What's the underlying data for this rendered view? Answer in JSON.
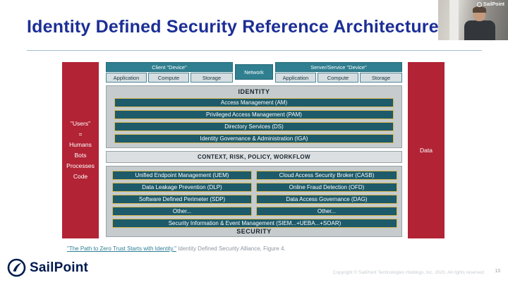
{
  "slide": {
    "title": "Identity Defined Security Reference Architecture",
    "citation": {
      "link": "\"The Path to Zero Trust Starts with Identity.\"",
      "rest": " Identity Defined Security Alliance, Figure 4."
    },
    "footer": {
      "copyright": "Copyright © SailPoint Technologies Holdings, Inc. 2020. All rights reserved",
      "page_number": "13"
    },
    "logo_text": "SailPoint"
  },
  "webcam": {
    "watermark": "SailPoint"
  },
  "diagram": {
    "users_box": {
      "lines": [
        "\"Users\"",
        "=",
        "Humans",
        "Bots",
        "Processes",
        "Code"
      ]
    },
    "data_box": {
      "label": "Data"
    },
    "client": {
      "header": "Client \"Device\"",
      "items": [
        "Application",
        "Compute",
        "Storage"
      ]
    },
    "network": {
      "label": "Network"
    },
    "server": {
      "header": "Server/Service \"Device\"",
      "items": [
        "Application",
        "Compute",
        "Storage"
      ]
    },
    "identity": {
      "header": "IDENTITY",
      "items": [
        "Access Management (AM)",
        "Privileged Access Management (PAM)",
        "Directory Services (DS)",
        "Identity Governance & Administration (IGA)"
      ]
    },
    "context_band": "CONTEXT, RISK, POLICY, WORKFLOW",
    "security": {
      "header": "SECURITY",
      "left_items": [
        "Unified Endpoint Management (UEM)",
        "Data Leakage Prevention (DLP)",
        "Software Defined Perimeter (SDP)",
        "Other..."
      ],
      "right_items": [
        "Cloud Access Security Broker (CASB)",
        "Online Fraud Detection (OFD)",
        "Data Access Governance (DAG)",
        "Other..."
      ],
      "siem": "Security Information & Event Management (SIEM...+UEBA...+SOAR)"
    }
  },
  "colors": {
    "title_blue": "#1c2e96",
    "side_red": "#b22335",
    "teal_header": "#2f7f90",
    "teal_item": "#1d5a6a",
    "gold_border": "#d9b850",
    "panel_gray": "#c6cbcd",
    "logo_navy": "#001a4f"
  }
}
